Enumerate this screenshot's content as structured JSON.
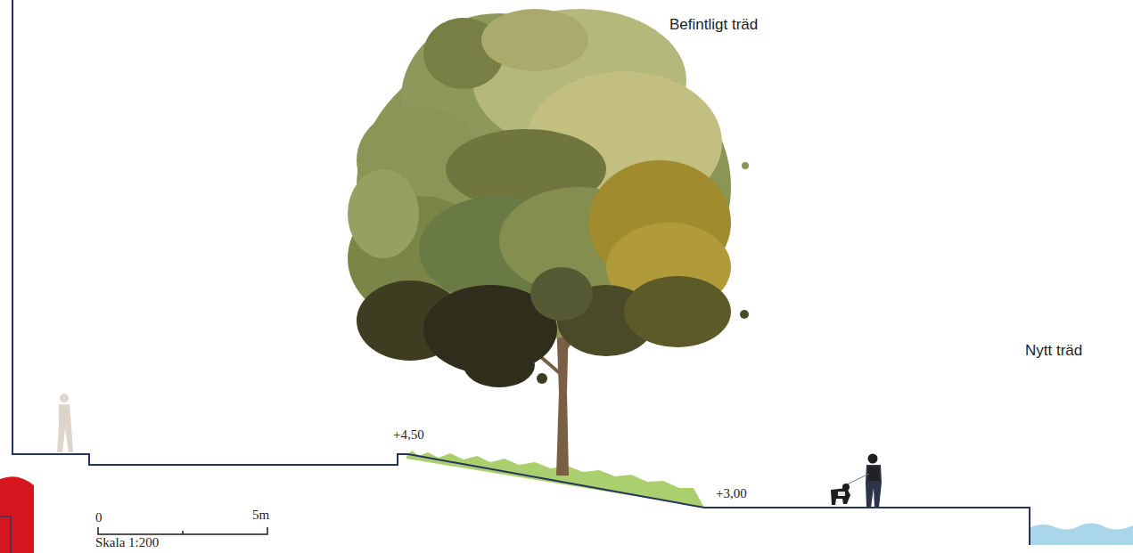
{
  "diagram": {
    "labels": [
      "Befintligt träd",
      "Nytt träd",
      "+4,50",
      "+3,00",
      "0",
      "5m",
      "Skala 1:200"
    ]
  }
}
